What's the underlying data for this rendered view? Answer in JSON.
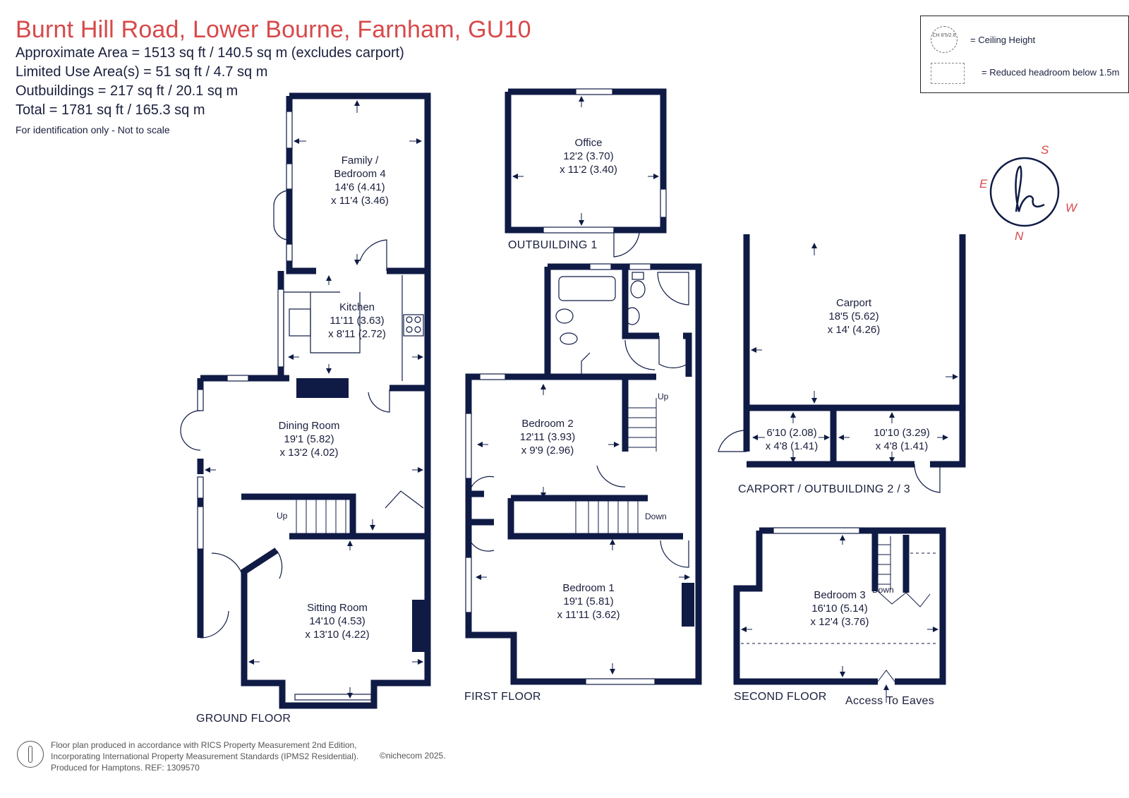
{
  "header": {
    "title": "Burnt Hill Road, Lower Bourne, Farnham, GU10",
    "lines": [
      "Approximate Area = 1513 sq ft / 140.5 sq m (excludes carport)",
      "Limited Use Area(s) = 51 sq ft / 4.7 sq m",
      "Outbuildings = 217 sq ft / 20.1 sq m",
      "Total = 1781 sq ft / 165.3 sq m"
    ],
    "note": "For identification only - Not to scale"
  },
  "legend": {
    "ceiling_symbol": "CH 8'5/2.6",
    "ceiling_label": "= Ceiling Height",
    "headroom_label": "= Reduced headroom below 1.5m"
  },
  "compass": {
    "s": "S",
    "w": "W",
    "n": "N",
    "e": "E"
  },
  "floors": {
    "ground": "GROUND FLOOR",
    "first": "FIRST FLOOR",
    "second": "SECOND FLOOR",
    "outbuilding1": "OUTBUILDING 1",
    "carport": "CARPORT / OUTBUILDING 2 / 3"
  },
  "rooms": {
    "family": {
      "name1": "Family /",
      "name2": "Bedroom 4",
      "dim1": "14'6 (4.41)",
      "dim2": "x 11'4 (3.46)"
    },
    "kitchen": {
      "name": "Kitchen",
      "dim1": "11'11 (3.63)",
      "dim2": "x 8'11 (2.72)"
    },
    "dining": {
      "name": "Dining Room",
      "dim1": "19'1 (5.82)",
      "dim2": "x 13'2 (4.02)"
    },
    "sitting": {
      "name": "Sitting Room",
      "dim1": "14'10 (4.53)",
      "dim2": "x 13'10 (4.22)"
    },
    "office": {
      "name": "Office",
      "dim1": "12'2 (3.70)",
      "dim2": "x 11'2 (3.40)"
    },
    "bedroom2": {
      "name": "Bedroom 2",
      "dim1": "12'11 (3.93)",
      "dim2": "x 9'9 (2.96)"
    },
    "bedroom1": {
      "name": "Bedroom 1",
      "dim1": "19'1 (5.81)",
      "dim2": "x 11'11 (3.62)"
    },
    "carport": {
      "name": "Carport",
      "dim1": "18'5 (5.62)",
      "dim2": "x 14' (4.26)"
    },
    "out2": {
      "dim1": "6'10 (2.08)",
      "dim2": "x 4'8 (1.41)"
    },
    "out3": {
      "dim1": "10'10 (3.29)",
      "dim2": "x 4'8 (1.41)"
    },
    "bedroom3": {
      "name": "Bedroom 3",
      "dim1": "16'10 (5.14)",
      "dim2": "x 12'4 (3.76)"
    }
  },
  "stair_labels": {
    "up": "Up",
    "down": "Down",
    "access": "Access To Eaves"
  },
  "footer": {
    "line1": "Floor plan produced in accordance with RICS Property Measurement 2nd Edition,",
    "line2": "Incorporating International Property Measurement Standards (IPMS2 Residential).",
    "line3": "Produced for Hamptons.   REF: 1309570",
    "copyright": "©nichecom 2025."
  },
  "colors": {
    "wall": "#0f1b45",
    "title": "#d7494a",
    "compass": "#d7494a"
  }
}
